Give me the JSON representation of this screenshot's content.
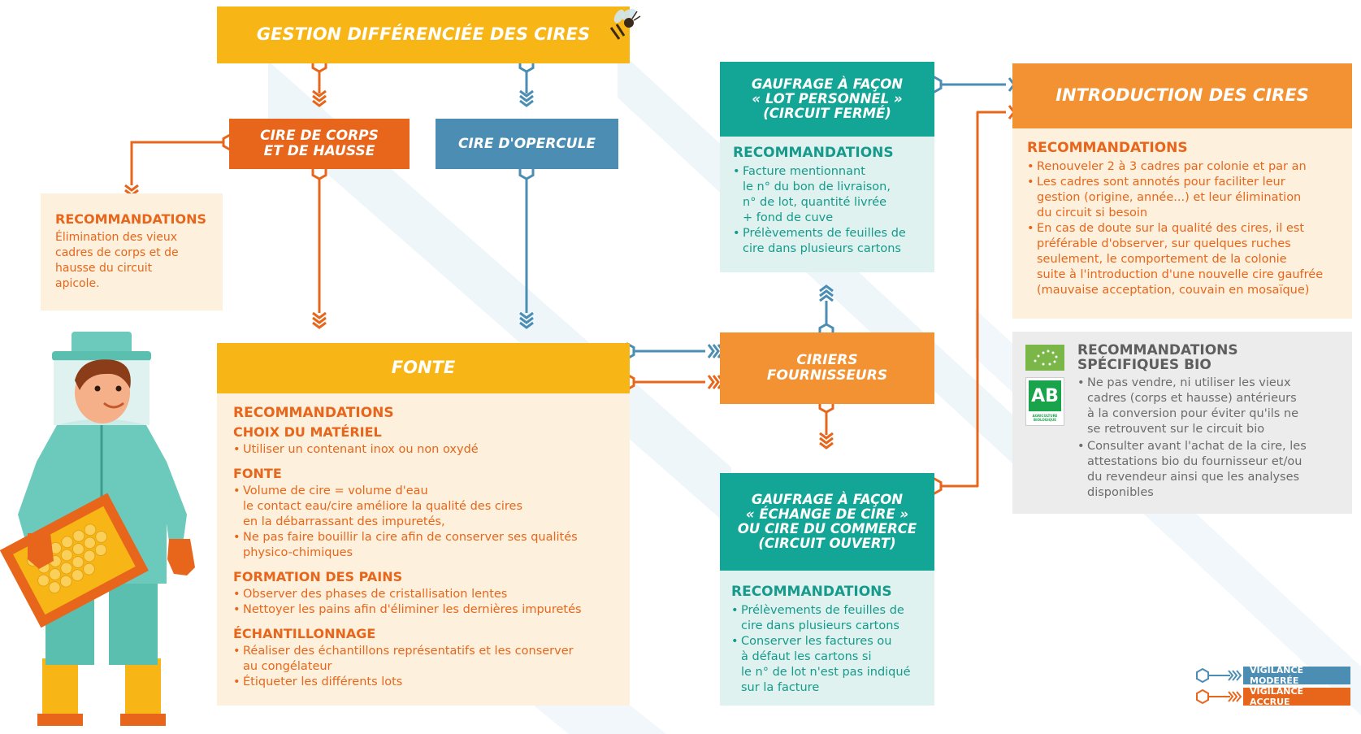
{
  "colors": {
    "yellow": "#f8b616",
    "orange": "#e8661b",
    "orange_light": "#f39233",
    "blue": "#4b8db3",
    "teal": "#13a596",
    "cream": "#fdf0dc",
    "mint": "#dff2ef",
    "grey": "#ececec",
    "legend_moderate": "#4b8db3",
    "legend_high": "#e8661b"
  },
  "title": "GESTION DIFFÉRENCIÉE DES CIRES",
  "cire_corps": {
    "label_l1": "CIRE DE CORPS",
    "label_l2": "ET DE HAUSSE"
  },
  "cire_opercule": {
    "label": "CIRE D'OPERCULE"
  },
  "left_reco": {
    "title": "RECOMMANDATIONS",
    "text": "Élimination des vieux\ncadres de corps et de\nhausse du circuit\napicole."
  },
  "fonte": {
    "header": "FONTE",
    "title": "RECOMMANDATIONS",
    "sections": [
      {
        "heading": "CHOIX DU MATÉRIEL",
        "items": [
          "Utiliser un contenant inox ou non oxydé"
        ]
      },
      {
        "heading": "FONTE",
        "items": [
          "Volume de cire = volume d'eau\nle contact eau/cire améliore la qualité des cires\nen la débarrassant des impuretés,",
          "Ne pas faire bouillir la cire afin de conserver ses qualités\nphysico-chimiques"
        ]
      },
      {
        "heading": "FORMATION DES PAINS",
        "items": [
          "Observer des phases de cristallisation lentes",
          "Nettoyer les pains afin d'éliminer les dernières impuretés"
        ]
      },
      {
        "heading": "ÉCHANTILLONNAGE",
        "items": [
          "Réaliser des échantillons représentatifs et les conserver\nau congélateur",
          "Étiqueter les différents lots"
        ]
      }
    ]
  },
  "gaufrage_perso": {
    "header_l1": "GAUFRAGE À FAÇON",
    "header_l2": "« LOT PERSONNEL »",
    "header_l3": "(CIRCUIT FERMÉ)",
    "title": "RECOMMANDATIONS",
    "items": [
      "Facture mentionnant\nle n° du bon de livraison,\nn° de lot, quantité livrée\n+ fond de cuve",
      "Prélèvements de feuilles de\ncire dans plusieurs cartons"
    ]
  },
  "ciriers": {
    "label_l1": "CIRIERS",
    "label_l2": "FOURNISSEURS"
  },
  "gaufrage_echange": {
    "header_l1": "GAUFRAGE À FAÇON",
    "header_l2": "« ÉCHANGE DE CIRE »",
    "header_l3": "OU CIRE DU COMMERCE",
    "header_l4": "(CIRCUIT OUVERT)",
    "title": "RECOMMANDATIONS",
    "items": [
      "Prélèvements de feuilles de\ncire dans plusieurs cartons",
      "Conserver les factures ou\nà défaut les cartons si\nle n° de lot n'est pas indiqué\nsur la facture"
    ]
  },
  "introduction": {
    "header": "INTRODUCTION DES CIRES",
    "title": "RECOMMANDATIONS",
    "items": [
      "Renouveler 2 à 3 cadres par colonie et par an",
      "Les cadres sont annotés pour faciliter leur\ngestion (origine, année...) et leur élimination\ndu circuit si besoin",
      "En cas de doute sur la qualité des cires, il est\npréférable d'observer, sur quelques ruches\nseulement, le comportement de la colonie\nsuite à l'introduction d'une nouvelle cire gaufrée\n(mauvaise acceptation, couvain en mosaïque)"
    ]
  },
  "bio": {
    "title_l1": "RECOMMANDATIONS",
    "title_l2": "SPÉCIFIQUES BIO",
    "logo_ab": "AB",
    "logo_ab_sub": "AGRICULTURE BIOLOGIQUE",
    "items": [
      "Ne pas vendre, ni utiliser les vieux\ncadres (corps et hausse) antérieurs\nà la conversion pour éviter qu'ils ne\nse retrouvent sur le circuit bio",
      "Consulter avant l'achat de la cire, les\nattestations bio du fournisseur et/ou\ndu revendeur ainsi que les analyses\ndisponibles"
    ]
  },
  "legend": {
    "moderate": "VIGILANCE MODERÉE",
    "high": "VIGILANCE ACCRUE"
  },
  "icons": [
    "bee-icon",
    "beekeeper-illustration",
    "hexagon-connector-icon",
    "chevron-arrow-icon",
    "eu-organic-leaf-logo",
    "ab-logo"
  ]
}
